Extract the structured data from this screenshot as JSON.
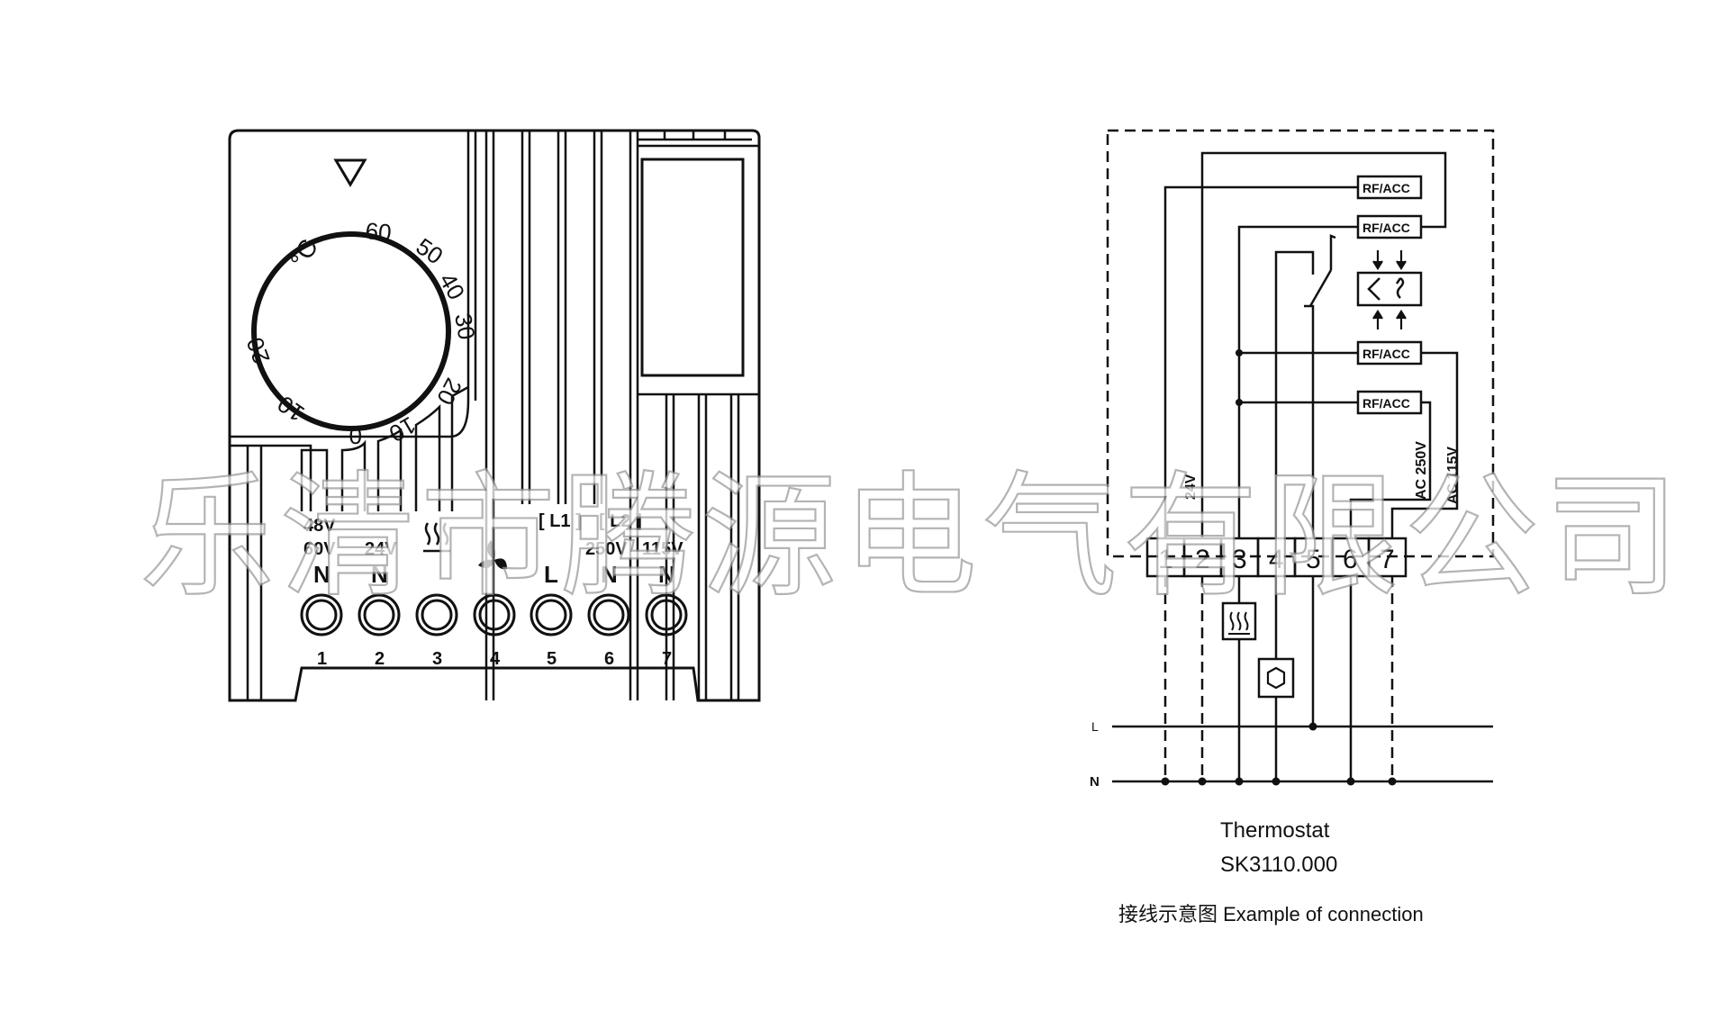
{
  "device": {
    "dial": {
      "unit_label": "°C",
      "marks": [
        "60",
        "50",
        "40",
        "30",
        "20",
        "10",
        "0",
        "10",
        "20"
      ]
    },
    "terminal_block": {
      "bracket_l1": "[ L1 ]",
      "bracket_l2": "[ L2 ]",
      "voltages": [
        "48V",
        "60V",
        "24V",
        "250V",
        "115V"
      ],
      "terminal_functions": [
        "N",
        "N",
        "heater-symbol",
        "fan-symbol",
        "L",
        "N",
        "N"
      ],
      "terminal_numbers": [
        "1",
        "2",
        "3",
        "4",
        "5",
        "6",
        "7"
      ]
    }
  },
  "wiring": {
    "relay_labels": [
      "RF/ACC",
      "RF/ACC",
      "RF/ACC",
      "RF/ACC"
    ],
    "voltage_tags": [
      "24V",
      "AC 250V",
      "AC 115V"
    ],
    "terminals": [
      "1",
      "2",
      "3",
      "4",
      "5",
      "6",
      "7"
    ],
    "mains": [
      "L",
      "N"
    ]
  },
  "captions": {
    "product_name": "Thermostat",
    "model": "SK3110.000",
    "diagram_caption": "接线示意图 Example of connection"
  },
  "watermark": "乐清市腾源电气有限公司",
  "colors": {
    "ink": "#111111",
    "background": "#ffffff",
    "watermark_stroke": "#9a9a9a"
  }
}
